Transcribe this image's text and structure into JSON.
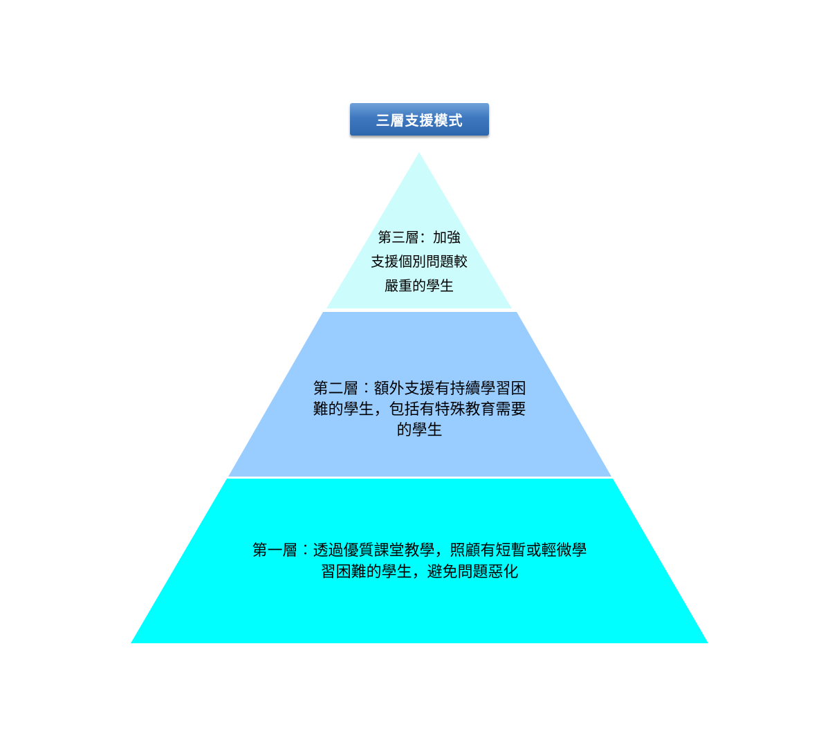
{
  "title": "三層支援模式",
  "tiers": [
    {
      "level": 3,
      "lines": [
        "第三層：加強",
        "支援個別問題較",
        "嚴重的學生"
      ],
      "color": "#ccfcfc"
    },
    {
      "level": 2,
      "lines": [
        "第二層︰額外支援有持續學習困",
        "難的學生，包括有特殊教育需要",
        "的學生"
      ],
      "color": "#99ccff"
    },
    {
      "level": 1,
      "lines": [
        "第一層︰透過優質課堂教學，照顧有短暫或輕微學",
        "習困難的學生，避免問題惡化"
      ],
      "color": "#00ffff"
    }
  ],
  "colors": {
    "title_box": "#3e78bf",
    "title_text": "#ffffff"
  }
}
